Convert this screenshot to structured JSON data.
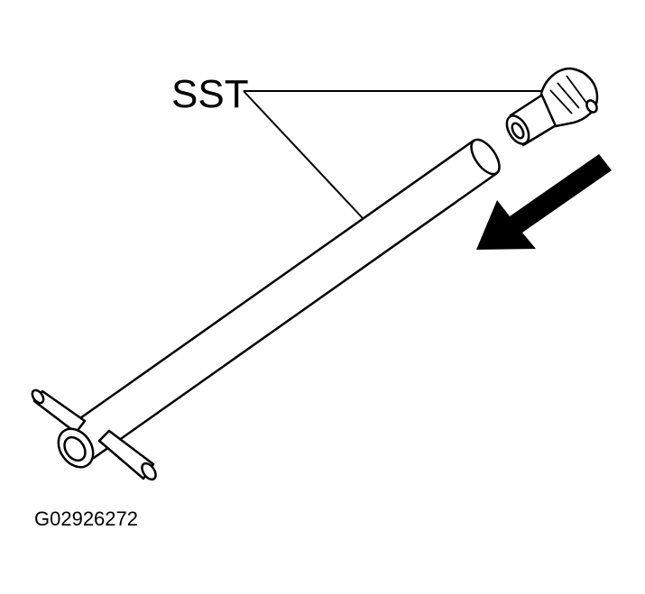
{
  "callout": {
    "label": "SST"
  },
  "figure": {
    "id": "G02926272"
  },
  "colors": {
    "ink": "#000000",
    "paper": "#ffffff"
  },
  "icons": {
    "arrow": "direction-arrow",
    "tool_handle": "t-handle-bar",
    "tool_tip": "socket-adapter"
  }
}
